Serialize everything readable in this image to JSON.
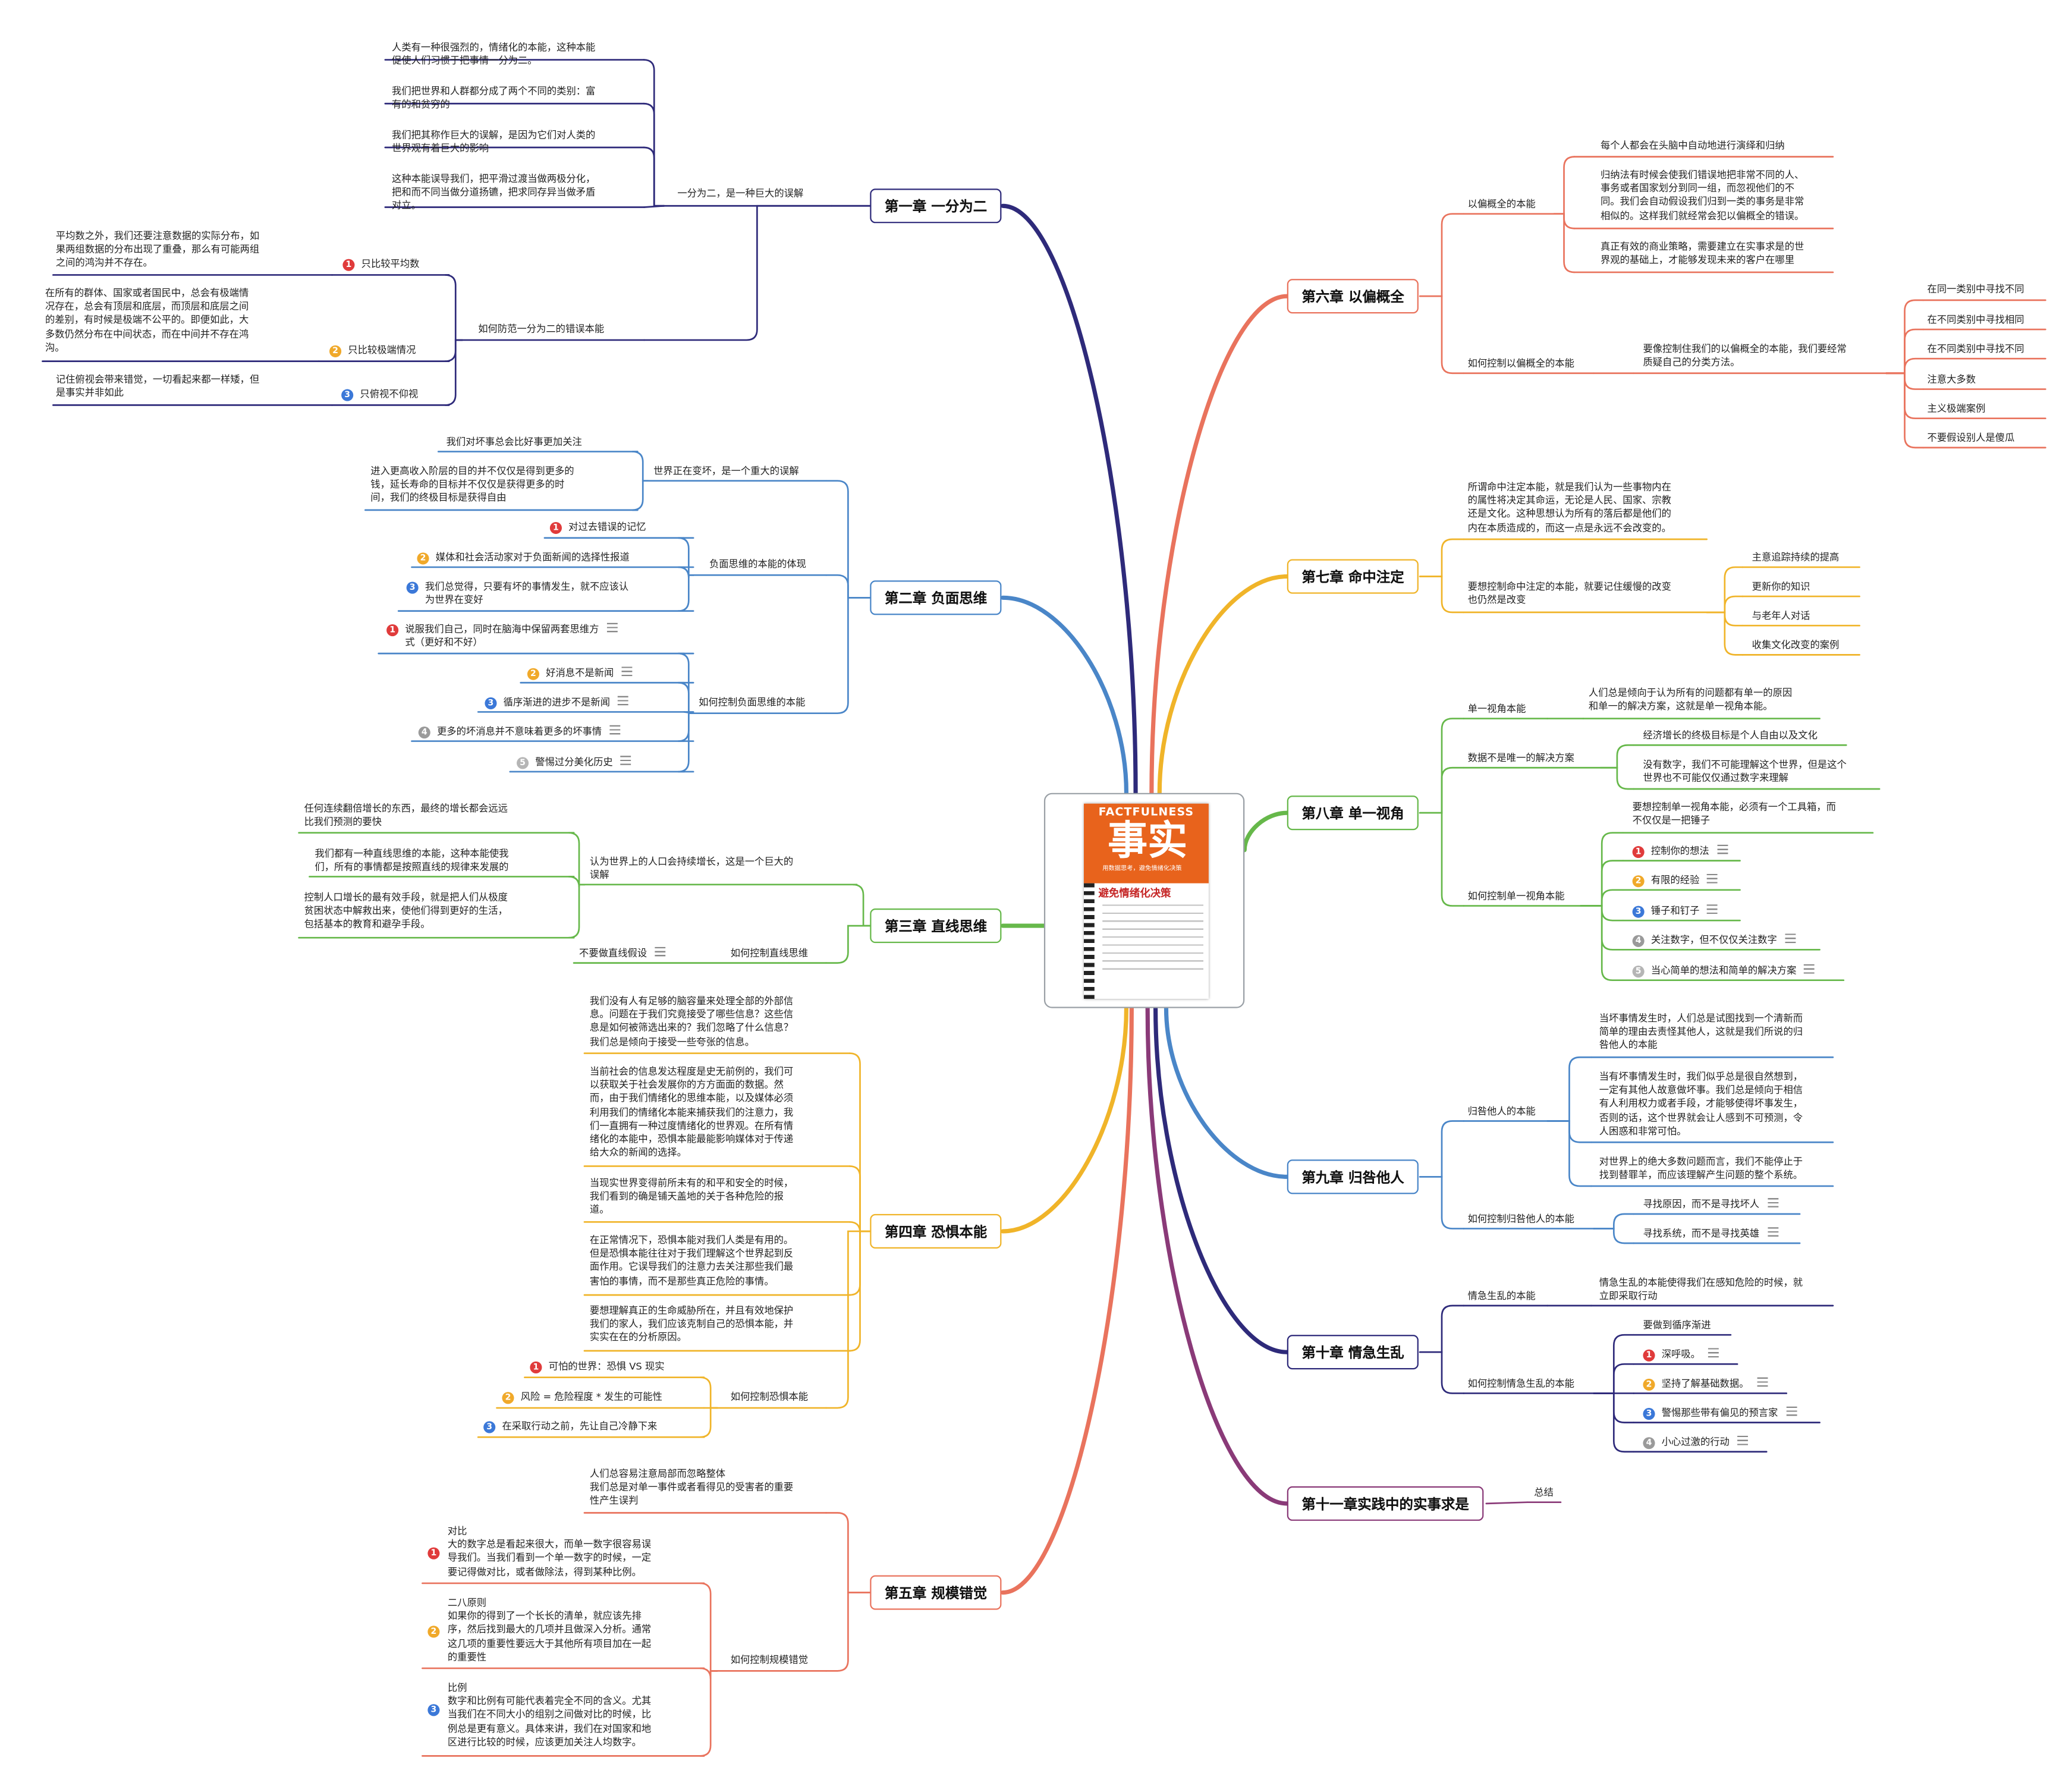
{
  "center": {
    "book_label": "FACTFULNESS",
    "book_title": "事实",
    "book_subtitle": "用数据思考，避免情绪化决策",
    "book_red": "避免情绪化决策"
  },
  "colors": {
    "ch1": "#2e2a7a",
    "ch2": "#4a86c8",
    "ch3": "#66b84a",
    "ch4": "#f0b429",
    "ch5": "#e9735d",
    "ch6": "#e9735d",
    "ch7": "#f0b429",
    "ch8": "#66b84a",
    "ch9": "#4a86c8",
    "ch10": "#2e2a7a",
    "ch11": "#8a3a78"
  },
  "chapters": {
    "ch1": "第一章 一分为二",
    "ch2": "第二章 负面思维",
    "ch3": "第三章 直线思维",
    "ch4": "第四章 恐惧本能",
    "ch5": "第五章 规模错觉",
    "ch6": "第六章 以偏概全",
    "ch7": "第七章 命中注定",
    "ch8": "第八章 单一视角",
    "ch9": "第九章 归咎他人",
    "ch10": "第十章 情急生乱",
    "ch11": "第十一章实践中的实事求是"
  },
  "nodes": {
    "c1_a": "一分为二，是一种巨大的误解",
    "c1_a1": "人类有一种很强烈的，情绪化的本能，这种本能\n促使人们习惯于把事情一分为二。",
    "c1_a2": "我们把世界和人群都分成了两个不同的类别：富\n有的和贫穷的",
    "c1_a3": "我们把其称作巨大的误解，是因为它们对人类的\n世界观有着巨大的影响",
    "c1_a4": "这种本能误导我们，把平滑过渡当做两极分化，\n把和而不同当做分道扬镳，把求同存异当做矛盾\n对立。",
    "c1_b": "如何防范一分为二的错误本能",
    "c1_b1": "只比较平均数",
    "c1_b1d": "平均数之外，我们还要注意数据的实际分布，如\n果两组数据的分布出现了重叠，那么有可能两组\n之间的鸿沟并不存在。",
    "c1_b2": "只比较极端情况",
    "c1_b2d": "在所有的群体、国家或者国民中，总会有极端情\n况存在，总会有顶层和底层，而顶层和底层之间\n的差别，有时候是极端不公平的。即便如此，大\n多数仍然分布在中间状态，而在中间并不存在鸿\n沟。",
    "c1_b3": "只俯视不仰视",
    "c1_b3d": "记住俯视会带来错觉，一切看起来都一样矮，但\n是事实并非如此",
    "c2_a": "世界正在变坏，是一个重大的误解",
    "c2_a1": "我们对坏事总会比好事更加关注",
    "c2_a2": "进入更高收入阶层的目的并不仅仅是得到更多的\n钱，延长寿命的目标并不仅仅是获得更多的时\n间，我们的终极目标是获得自由",
    "c2_b": "负面思维的本能的体现",
    "c2_b1": "对过去错误的记忆",
    "c2_b2": "媒体和社会活动家对于负面新闻的选择性报道",
    "c2_b3": "我们总觉得，只要有坏的事情发生，就不应该认\n为世界在变好",
    "c2_c": "如何控制负面思维的本能",
    "c2_c1": "说服我们自己，同时在脑海中保留两套思维方\n式（更好和不好）",
    "c2_c2": "好消息不是新闻",
    "c2_c3": "循序渐进的进步不是新闻",
    "c2_c4": "更多的坏消息并不意味着更多的坏事情",
    "c2_c5": "警惕过分美化历史",
    "c3_a": "认为世界上的人口会持续增长，这是一个巨大的\n误解",
    "c3_a1": "任何连续翻倍增长的东西，最终的增长都会远远\n比我们预测的要快",
    "c3_a2": "我们都有一种直线思维的本能，这种本能使我\n们，所有的事情都是按照直线的规律来发展的",
    "c3_a3": "控制人口增长的最有效手段，就是把人们从极度\n贫困状态中解救出来，使他们得到更好的生活，\n包括基本的教育和避孕手段。",
    "c3_b": "如何控制直线思维",
    "c3_b1": "不要做直线假设",
    "c4_1": "我们没有人有足够的脑容量来处理全部的外部信\n息。问题在于我们究竟接受了哪些信息？这些信\n息是如何被筛选出来的？我们忽略了什么信息？\n我们总是倾向于接受一些夸张的信息。",
    "c4_2": "当前社会的信息发达程度是史无前例的，我们可\n以获取关于社会发展你的方方面面的数据。然\n而，由于我们情绪化的思维本能，以及媒体必须\n利用我们的情绪化本能来捕获我们的注意力，我\n们一直拥有一种过度情绪化的世界观。在所有情\n绪化的本能中，恐惧本能最能影响媒体对于传递\n给大众的新闻的选择。",
    "c4_3": "当现实世界变得前所未有的和平和安全的时候，\n我们看到的确是铺天盖地的关于各种危险的报\n道。",
    "c4_4": "在正常情况下，恐惧本能对我们人类是有用的。\n但是恐惧本能往往对于我们理解这个世界起到反\n面作用。它误导我们的注意力去关注那些我们最\n害怕的事情，而不是那些真正危险的事情。",
    "c4_5": "要想理解真正的生命威胁所在，并且有效地保护\n我们的家人，我们应该克制自己的恐惧本能，并\n实实在在的分析原因。",
    "c4_b": "如何控制恐惧本能",
    "c4_b1": "可怕的世界：恐惧 VS 现实",
    "c4_b2": "风险 = 危险程度 * 发生的可能性",
    "c4_b3": "在采取行动之前，先让自己冷静下来",
    "c5_a": "人们总容易注意局部而忽略整体\n我们总是对单一事件或者看得见的受害者的重要\n性产生误判",
    "c5_b": "如何控制规模错觉",
    "c5_b1": "对比\n大的数字总是看起来很大，而单一数字很容易误\n导我们。当我们看到一个单一数字的时候，一定\n要记得做对比，或者做除法，得到某种比例。",
    "c5_b2": "二八原则\n如果你的得到了一个长长的清单，就应该先排\n序，然后找到最大的几项并且做深入分析。通常\n这几项的重要性要远大于其他所有项目加在一起\n的重要性",
    "c5_b3": "比例\n数字和比例有可能代表着完全不同的含义。尤其\n当我们在不同大小的组别之间做对比的时候，比\n例总是更有意义。具体来讲，我们在对国家和地\n区进行比较的时候，应该更加关注人均数字。",
    "c6_a": "以偏概全的本能",
    "c6_a1": "每个人都会在头脑中自动地进行演绎和归纳",
    "c6_a2": "归纳法有时候会使我们错误地把非常不同的人、\n事务或者国家划分到同一组，而忽视他们的不\n同。我们会自动假设我们归到一类的事务是非常\n相似的。这样我们就经常会犯以偏概全的错误。",
    "c6_a3": "真正有效的商业策略，需要建立在实事求是的世\n界观的基础上，才能够发现未来的客户在哪里",
    "c6_b": "如何控制以偏概全的本能",
    "c6_b0": "要像控制住我们的以偏概全的本能，我们要经常\n质疑自己的分类方法。",
    "c6_b1": "在同一类别中寻找不同",
    "c6_b2": "在不同类别中寻找相同",
    "c6_b3": "在不同类别中寻找不同",
    "c6_b4": "注意大多数",
    "c6_b5": "主义极端案例",
    "c6_b6": "不要假设别人是傻瓜",
    "c7_a": "所谓命中注定本能，就是我们认为一些事物内在\n的属性将决定其命运，无论是人民、国家、宗教\n还是文化。这种思想认为所有的落后都是他们的\n内在本质造成的，而这一点是永远不会改变的。",
    "c7_b": "要想控制命中注定的本能，就要记住缓慢的改变\n也仍然是改变",
    "c7_b1": "主意追踪持续的提高",
    "c7_b2": "更新你的知识",
    "c7_b3": "与老年人对话",
    "c7_b4": "收集文化改变的案例",
    "c8_a": "单一视角本能",
    "c8_a1": "人们总是倾向于认为所有的问题都有单一的原因\n和单一的解决方案，这就是单一视角本能。",
    "c8_b": "数据不是唯一的解决方案",
    "c8_b1": "经济增长的终极目标是个人自由以及文化",
    "c8_b2": "没有数字，我们不可能理解这个世界，但是这个\n世界也不可能仅仅通过数字来理解",
    "c8_c": "如何控制单一视角本能",
    "c8_c0": "要想控制单一视角本能，必须有一个工具箱，而\n不仅仅是一把锤子",
    "c8_c1": "控制你的想法",
    "c8_c2": "有限的经验",
    "c8_c3": "锤子和钉子",
    "c8_c4": "关注数字，但不仅仅关注数字",
    "c8_c5": "当心简单的想法和简单的解决方案",
    "c9_a": "归咎他人的本能",
    "c9_a1": "当坏事情发生时，人们总是试图找到一个清新而\n简单的理由去责怪其他人，这就是我们所说的归\n咎他人的本能",
    "c9_a2": "当有坏事情发生时，我们似乎总是很自然想到，\n一定有其他人故意做坏事。我们总是倾向于相信\n有人利用权力或者手段，才能够使得坏事发生，\n否则的话，这个世界就会让人感到不可预测，令\n人困惑和非常可怕。",
    "c9_a3": "对世界上的绝大多数问题而言，我们不能停止于\n找到替罪羊，而应该理解产生问题的整个系统。",
    "c9_b": "如何控制归咎他人的本能",
    "c9_b1": "寻找原因，而不是寻找坏人",
    "c9_b2": "寻找系统，而不是寻找英雄",
    "c10_a": "情急生乱的本能",
    "c10_a1": "情急生乱的本能使得我们在感知危险的时候，就\n立即采取行动",
    "c10_b": "如何控制情急生乱的本能",
    "c10_b0": "要做到循序渐进",
    "c10_b1": "深呼吸。",
    "c10_b2": "坚持了解基础数据。",
    "c10_b3": "警惕那些带有偏见的预言家",
    "c10_b4": "小心过激的行动",
    "c11_a": "总结"
  }
}
